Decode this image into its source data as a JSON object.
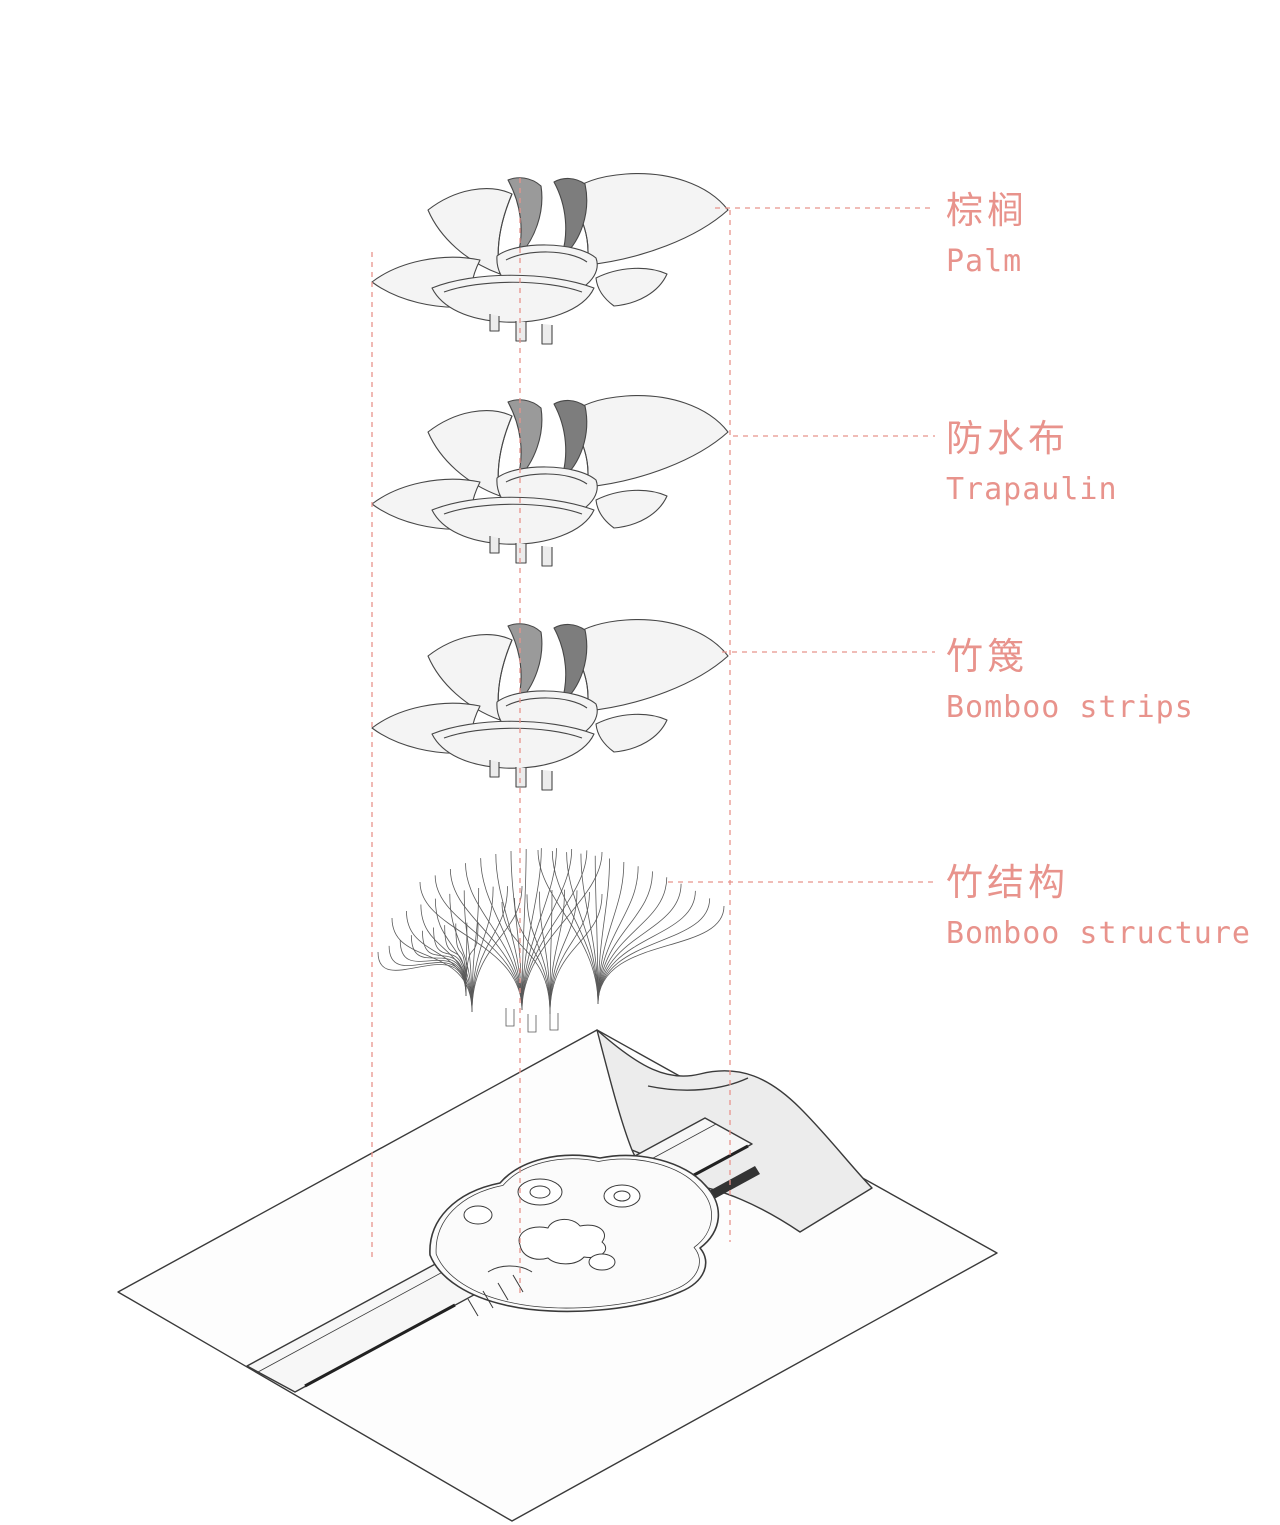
{
  "diagram": {
    "accent_color": "#E8938C",
    "line_color": "#474747",
    "layers": [
      {
        "id": "palm",
        "label_zh": "棕榈",
        "label_en": "Palm"
      },
      {
        "id": "tarpaulin",
        "label_zh": "防水布",
        "label_en": "Trapaulin"
      },
      {
        "id": "bamboo-strips",
        "label_zh": "竹篾",
        "label_en": "Bomboo strips"
      },
      {
        "id": "bamboo-structure",
        "label_zh": "竹结构",
        "label_en": "Bomboo structure"
      }
    ]
  }
}
